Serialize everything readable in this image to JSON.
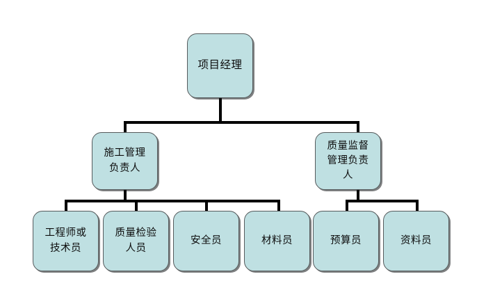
{
  "chart": {
    "type": "org-chart",
    "title": "",
    "theme": {
      "node_fill": "#bfe0e2",
      "node_border": "#555a5c",
      "connector": "#000000",
      "background": "#ffffff",
      "text": "#0d0d0d"
    },
    "levels": [
      {
        "level": 1,
        "nodes": [
          {
            "id": "project-manager",
            "label": "项目经理"
          }
        ]
      },
      {
        "level": 2,
        "nodes": [
          {
            "id": "construction-management-lead",
            "label": "施工管理\n负责人"
          },
          {
            "id": "quality-supervision-lead",
            "label": "质量监督\n管理负责\n人"
          }
        ]
      },
      {
        "level": 3,
        "nodes": [
          {
            "id": "engineer-or-technician",
            "label": "工程师或\n技术员"
          },
          {
            "id": "quality-inspector",
            "label": "质量检验\n人员"
          },
          {
            "id": "safety-officer",
            "label": "安全员"
          },
          {
            "id": "materials-officer",
            "label": "材料员"
          },
          {
            "id": "budget-officer",
            "label": "预算员"
          },
          {
            "id": "documentation-officer",
            "label": "资料员"
          }
        ]
      }
    ],
    "edges": [
      {
        "from": "project-manager",
        "to": "construction-management-lead"
      },
      {
        "from": "project-manager",
        "to": "quality-supervision-lead"
      },
      {
        "from": "construction-management-lead",
        "to": "engineer-or-technician"
      },
      {
        "from": "construction-management-lead",
        "to": "quality-inspector"
      },
      {
        "from": "construction-management-lead",
        "to": "safety-officer"
      },
      {
        "from": "construction-management-lead",
        "to": "materials-officer"
      },
      {
        "from": "quality-supervision-lead",
        "to": "budget-officer"
      },
      {
        "from": "quality-supervision-lead",
        "to": "documentation-officer"
      }
    ]
  }
}
